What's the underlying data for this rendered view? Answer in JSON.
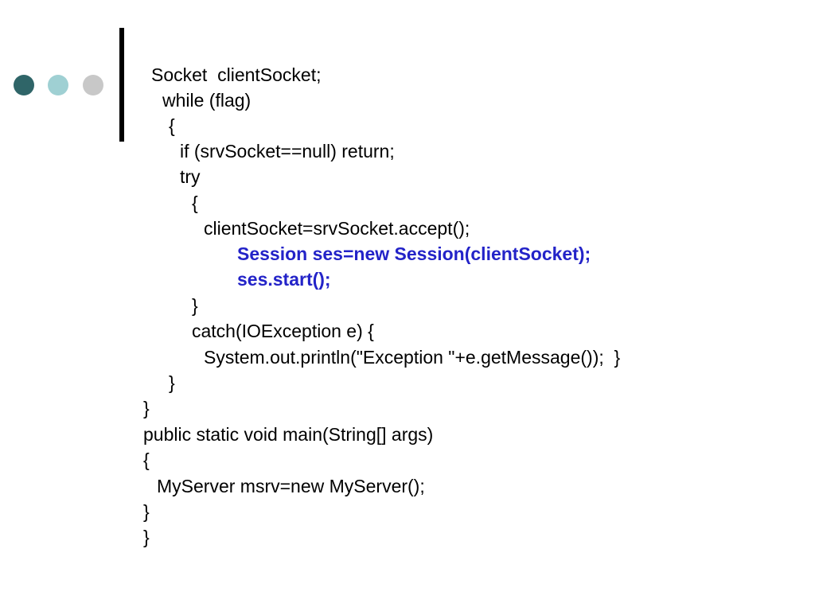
{
  "decoration": {
    "dot_colors": [
      "#2f6568",
      "#9fd0d3",
      "#c8c8c8"
    ],
    "bar_color": "#000000"
  },
  "colors": {
    "text": "#000000",
    "highlight": "#2323c8",
    "background": "#ffffff"
  },
  "code": {
    "lines": [
      {
        "text": "Socket  clientSocket;",
        "highlight": false
      },
      {
        "text": "while (flag)",
        "highlight": false
      },
      {
        "text": "{",
        "highlight": false
      },
      {
        "text": "if (srvSocket==null) return;",
        "highlight": false
      },
      {
        "text": "try",
        "highlight": false
      },
      {
        "text": "{",
        "highlight": false
      },
      {
        "text": "clientSocket=srvSocket.accept();",
        "highlight": false
      },
      {
        "text": "Session ses=new Session(clientSocket);",
        "highlight": true
      },
      {
        "text": "ses.start();",
        "highlight": true
      },
      {
        "text": "}",
        "highlight": false
      },
      {
        "text": "catch(IOException e) {",
        "highlight": false
      },
      {
        "text": "System.out.println(\"Exception \"+e.getMessage());  }",
        "highlight": false
      },
      {
        "text": "}",
        "highlight": false
      },
      {
        "text": "}",
        "highlight": false
      },
      {
        "text": "public static void main(String[] args)",
        "highlight": false
      },
      {
        "text": "{",
        "highlight": false
      },
      {
        "text": "MyServer msrv=new MyServer();",
        "highlight": false
      },
      {
        "text": "}",
        "highlight": false
      },
      {
        "text": "}",
        "highlight": false
      }
    ]
  }
}
